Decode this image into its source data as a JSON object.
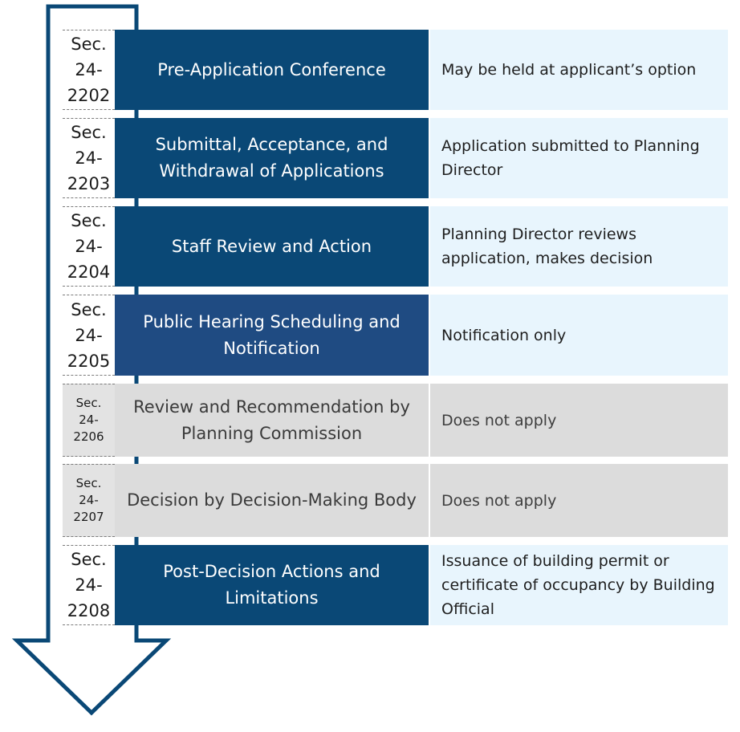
{
  "colors": {
    "arrow_outline": "#0a4876",
    "step_active": "#0a4876",
    "step_alt": "#1f4b82",
    "step_inactive": "#dcdcdc",
    "note_active": "#e8f5fd",
    "note_inactive": "#dcdcdc"
  },
  "steps": [
    {
      "sec": [
        "Sec.",
        "24-",
        "2202"
      ],
      "title": "Pre-Application Conference",
      "note": "May be held at applicant’s option",
      "state": "active"
    },
    {
      "sec": [
        "Sec.",
        "24-",
        "2203"
      ],
      "title": "Submittal, Acceptance, and Withdrawal of Applications",
      "note": "Application submitted to Planning Director",
      "state": "active"
    },
    {
      "sec": [
        "Sec.",
        "24-",
        "2204"
      ],
      "title": "Staff Review and Action",
      "note": "Planning Director reviews application, makes decision",
      "state": "active"
    },
    {
      "sec": [
        "Sec.",
        "24-",
        "2205"
      ],
      "title": "Public Hearing Scheduling and Notification",
      "note": "Notification only",
      "state": "active"
    },
    {
      "sec": [
        "Sec.",
        "24-",
        "2206"
      ],
      "title": "Review and Recommendation by Planning Commission",
      "note": "Does not apply",
      "state": "inactive"
    },
    {
      "sec": [
        "Sec.",
        "24-",
        "2207"
      ],
      "title": "Decision by Decision-Making Body",
      "note": "Does not apply",
      "state": "inactive"
    },
    {
      "sec": [
        "Sec.",
        "24-",
        "2208"
      ],
      "title": "Post-Decision Actions and Limitations",
      "note": "Issuance of building permit or certificate of occupancy by Building Official",
      "state": "active"
    }
  ]
}
